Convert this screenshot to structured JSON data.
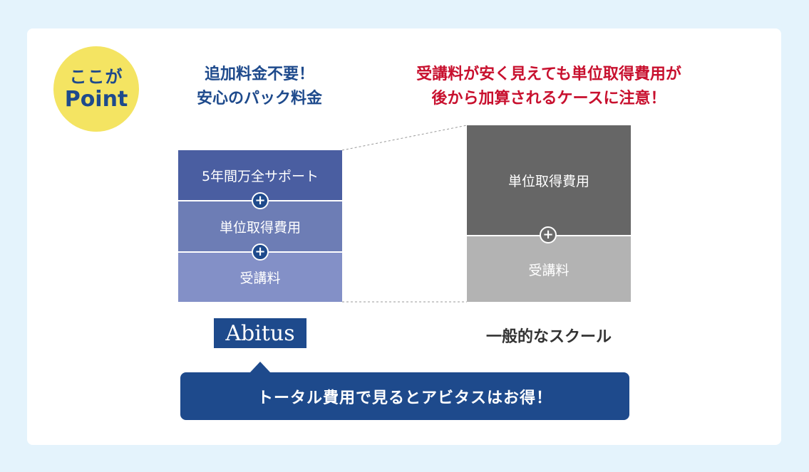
{
  "badge": {
    "line1": "ここが",
    "line2": "Point"
  },
  "abitus_headline": {
    "line1": "追加料金不要！",
    "line2": "安心のパック料金"
  },
  "warning_headline": {
    "line1": "受講料が安く見えても単位取得費用が",
    "line2": "後から加算されるケースに注意！"
  },
  "abitus_stack": {
    "support": "5年間万全サポート",
    "credit_fee": "単位取得費用",
    "tuition": "受講料",
    "plus": "+"
  },
  "general_stack": {
    "credit_fee": "単位取得費用",
    "tuition": "受講料",
    "plus": "+"
  },
  "logo": "Abitus",
  "general_label": "一般的なスクール",
  "callout": "トータル費用で見るとアビタスはお得！",
  "colors": {
    "brand_blue": "#1e4a8c",
    "warning_red": "#c8102e",
    "badge_yellow": "#f4e462"
  }
}
